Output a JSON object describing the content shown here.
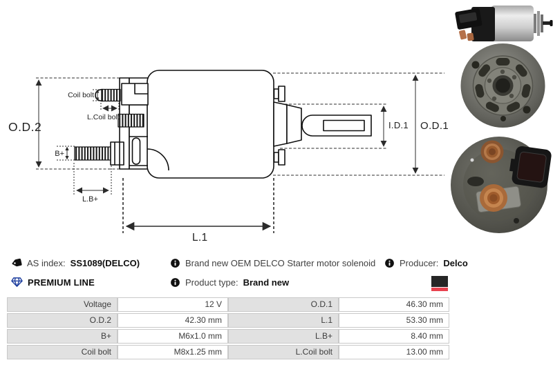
{
  "drawing": {
    "labels": {
      "od2": "O.D.2",
      "coil_bolt": "Coil bolt",
      "l_coil_bolt": "L.Coil bolt",
      "b_plus": "B+",
      "l_b_plus": "L.B+",
      "l1": "L.1",
      "id1": "I.D.1",
      "od1": "O.D.1"
    }
  },
  "info": {
    "as_index": {
      "icon": "tag-icon",
      "label": "AS index:",
      "value": "SS1089(DELCO)"
    },
    "description": {
      "icon": "info-icon",
      "text": "Brand new OEM DELCO Starter motor solenoid"
    },
    "producer": {
      "icon": "info-icon",
      "label": "Producer:",
      "value": "Delco"
    },
    "premium_line": {
      "icon": "diamond-icon",
      "label": "PREMIUM LINE"
    },
    "product_type": {
      "icon": "info-icon",
      "label": "Product type:",
      "value": "Brand new"
    }
  },
  "colors": {
    "premium_blue": "#1d3e9e",
    "logo_black": "#262626",
    "logo_red": "#e8414e",
    "table_label_bg": "#e1e1e1",
    "table_border": "#c9c9c9"
  },
  "spec_table": {
    "left": [
      {
        "label": "Voltage",
        "value": "12 V"
      },
      {
        "label": "O.D.2",
        "value": "42.30 mm"
      },
      {
        "label": "B+",
        "value": "M6x1.0 mm"
      },
      {
        "label": "Coil bolt",
        "value": "M8x1.25 mm"
      }
    ],
    "right": [
      {
        "label": "O.D.1",
        "value": "46.30 mm"
      },
      {
        "label": "L.1",
        "value": "53.30 mm"
      },
      {
        "label": "L.B+",
        "value": "8.40 mm"
      },
      {
        "label": "L.Coil bolt",
        "value": "13.00 mm"
      }
    ]
  }
}
